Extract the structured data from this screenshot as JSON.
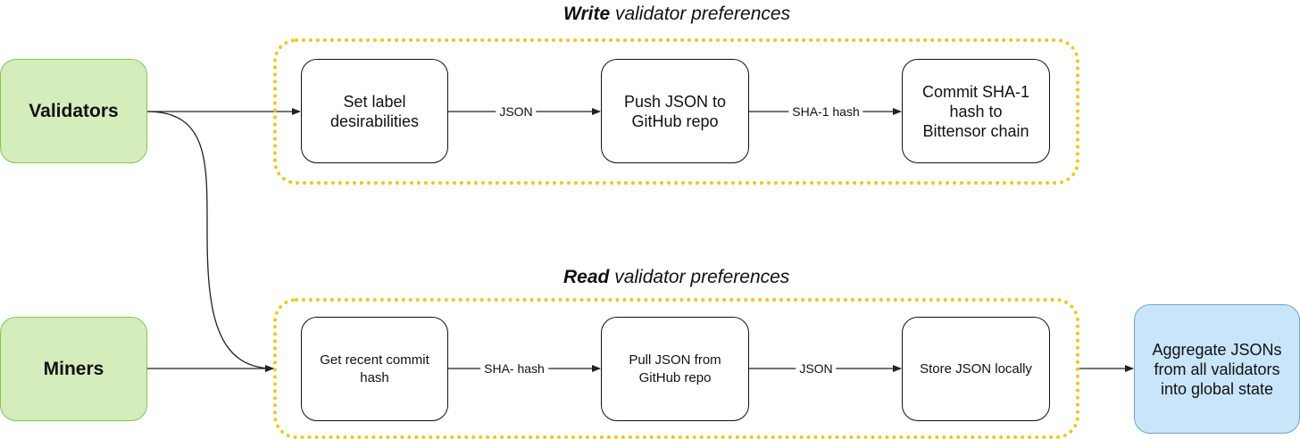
{
  "write_group": {
    "title_bold": "Write",
    "title_rest": " validator preferences"
  },
  "read_group": {
    "title_bold": "Read",
    "title_rest": " validator preferences"
  },
  "actors": {
    "validators": "Validators",
    "miners": "Miners"
  },
  "write_steps": {
    "set_labels": "Set label desirabilities",
    "push_json": "Push JSON to GitHub repo",
    "commit_hash": "Commit SHA-1 hash to Bittensor chain"
  },
  "write_edges": {
    "json": "JSON",
    "sha1": "SHA-1 hash"
  },
  "read_steps": {
    "get_commit": "Get recent commit hash",
    "pull_json": "Pull JSON from GitHub repo",
    "store_json": "Store JSON locally"
  },
  "read_edges": {
    "sha": "SHA- hash",
    "json": "JSON"
  },
  "result": {
    "aggregate": "Aggregate JSONs from all validators into global state"
  },
  "colors": {
    "group_border": "#f5c518",
    "actor_fill": "#d5edbb",
    "actor_border": "#84c25a",
    "result_fill": "#c9e5f9",
    "result_border": "#6ea4d3"
  }
}
